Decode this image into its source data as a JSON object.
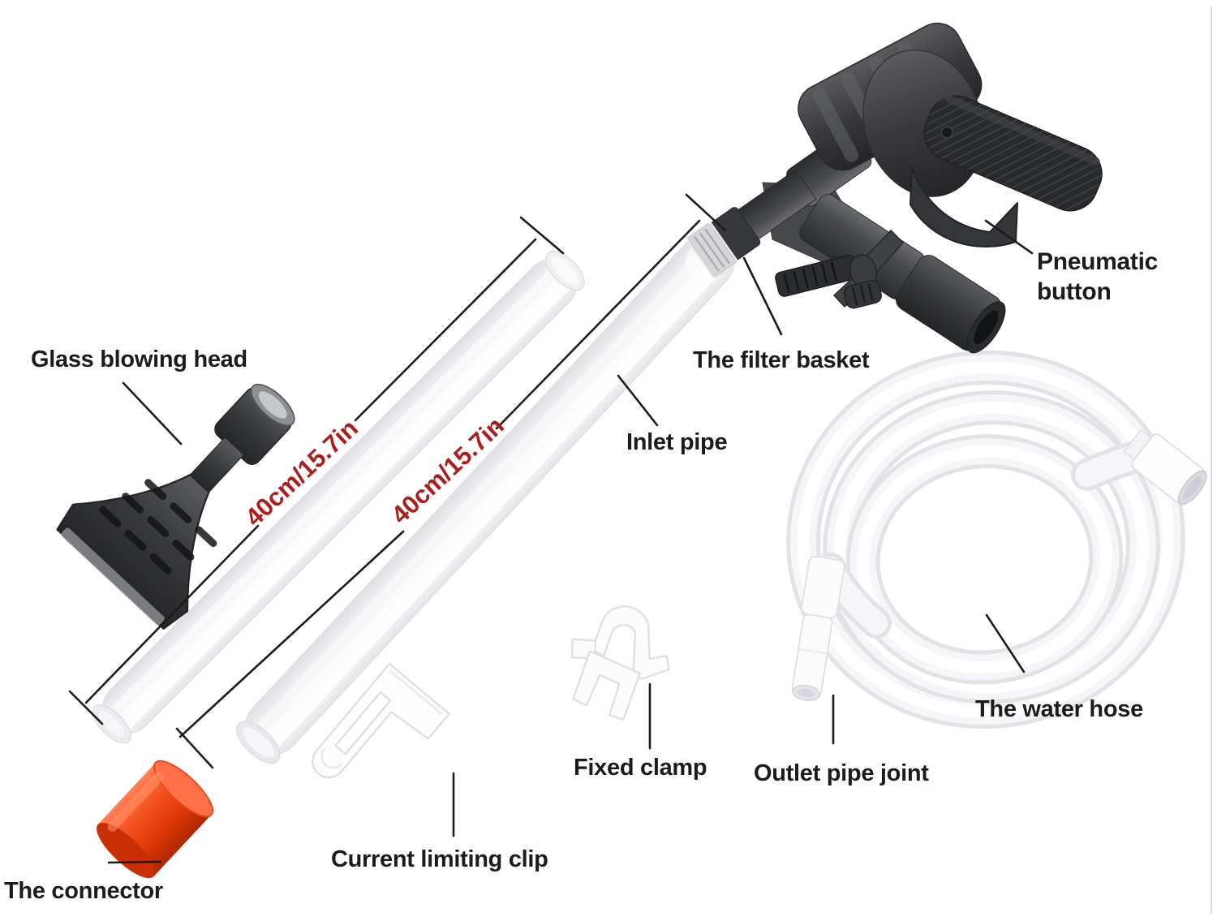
{
  "labels": {
    "glass_blowing_head": "Glass blowing head",
    "pneumatic_button": "Pneumatic button",
    "filter_basket": "The filter basket",
    "inlet_pipe": "Inlet pipe",
    "water_hose": "The water hose",
    "fixed_clamp": "Fixed clamp",
    "outlet_pipe_joint": "Outlet pipe joint",
    "current_limiting_clip": "Current limiting clip",
    "connector": "The connector"
  },
  "dimensions": {
    "tube1": "40cm/15.7in",
    "tube2": "40cm/15.7in"
  },
  "colors": {
    "label_text": "#1c1c1c",
    "dimension_text": "#ad1d1d",
    "leader_line": "#1c1c1c",
    "connector_red": "#e8420f",
    "gun_dark": "#3a3b3e",
    "tube_light": "#f4f4f6",
    "hose_white": "#f7f7f9",
    "edge_line": "#ccd6d8"
  }
}
